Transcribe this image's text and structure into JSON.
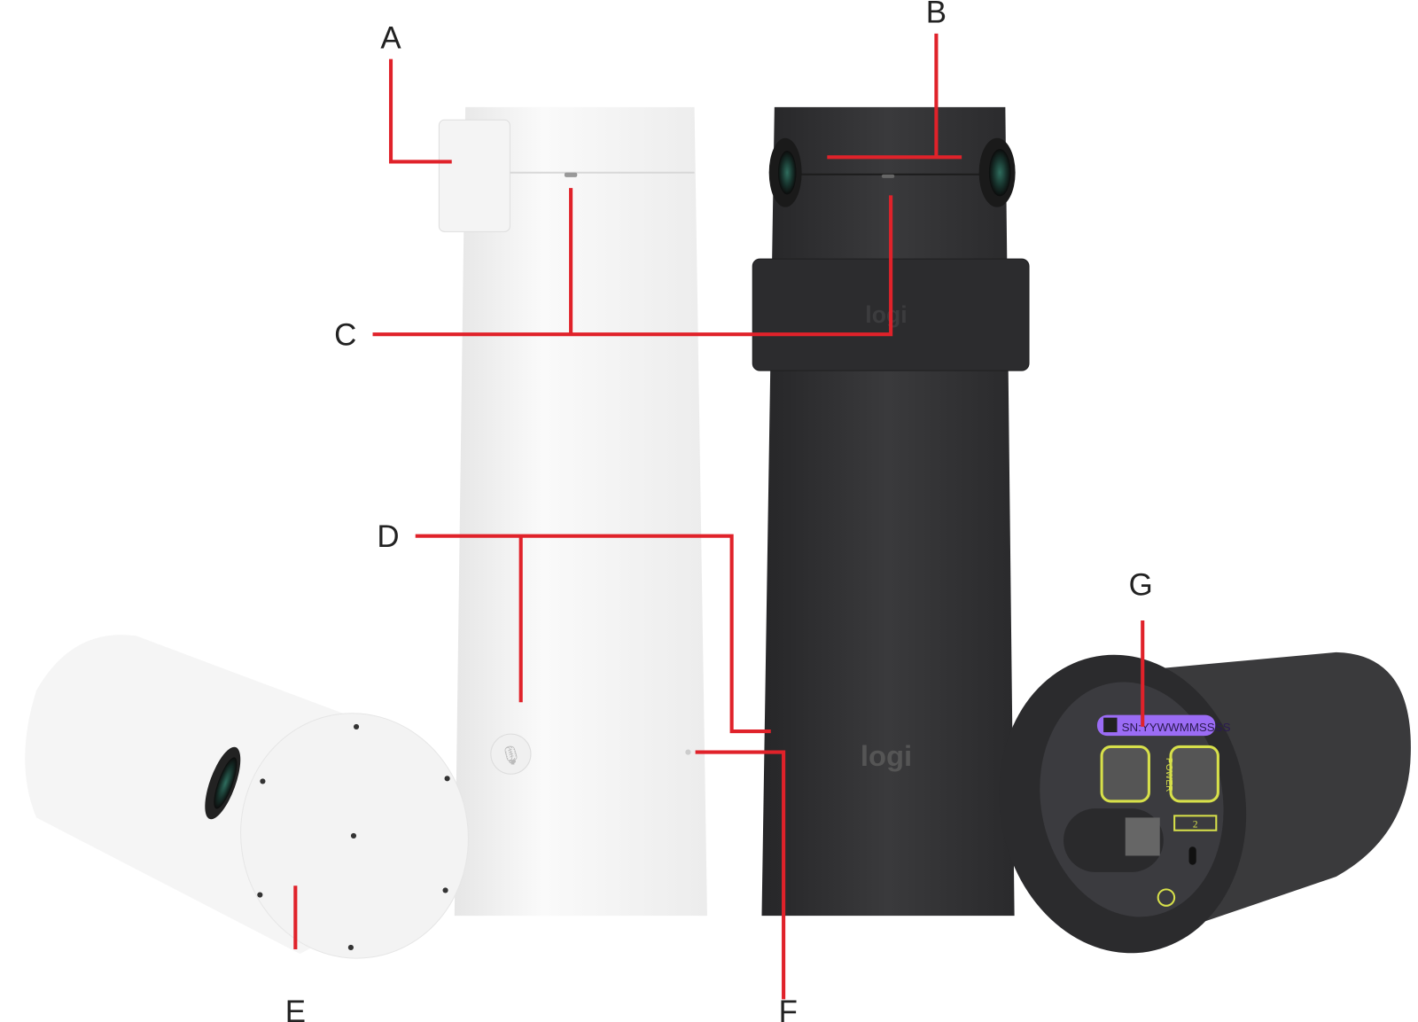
{
  "callouts": {
    "A": "A",
    "B": "B",
    "C": "C",
    "D": "D",
    "E": "E",
    "F": "F",
    "G": "G"
  },
  "product": {
    "logo_text": "logi",
    "serial_label": "SN:YYWWMMSSSS",
    "power_label": "POWER",
    "port_number": "2"
  },
  "colors": {
    "callout_line": "#e0222a",
    "white_body": "#f3f3f3",
    "dark_body": "#2e2e30",
    "serial_sticker": "#9b6cf5",
    "port_outline": "#d7e04a"
  }
}
